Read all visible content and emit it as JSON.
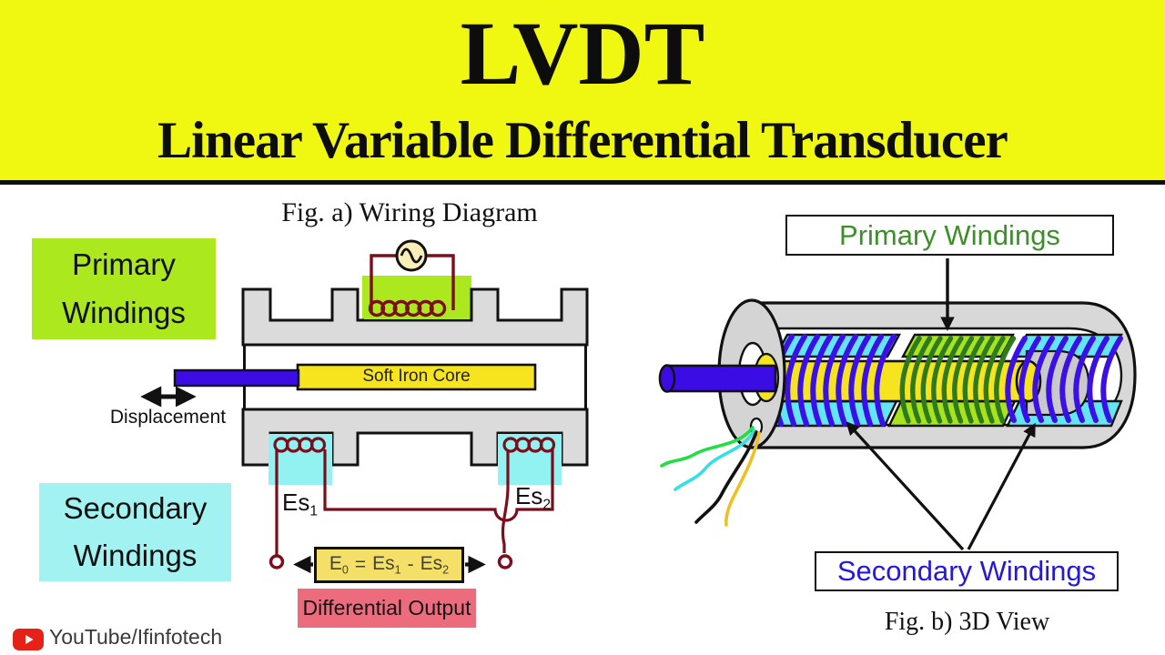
{
  "banner": {
    "title": "LVDT",
    "subtitle": "Linear Variable Differential Transducer"
  },
  "wiring_figure": {
    "caption": "Fig. a) Wiring Diagram",
    "primary_label": {
      "line1": "Primary",
      "line2": "Windings"
    },
    "secondary_label": {
      "line1": "Secondary",
      "line2": "Windings"
    },
    "displacement_label": "Displacement",
    "core_label": "Soft Iron Core",
    "es1": {
      "base": "Es",
      "sub": "1"
    },
    "es2": {
      "base": "Es",
      "sub": "2"
    },
    "formula": {
      "lhs": "E",
      "lhs_sub": "0",
      "equals": "=",
      "term1": "Es",
      "term1_sub": "1",
      "minus": "-",
      "term2": "Es",
      "term2_sub": "2"
    },
    "output_label": "Differential Output"
  },
  "view3d_figure": {
    "caption": "Fig. b) 3D View",
    "primary_label": "Primary Windings",
    "secondary_label": "Secondary Windings"
  },
  "footer": {
    "channel": "YouTube/Ifinfotech",
    "icon": "youtube-play-icon"
  },
  "colors": {
    "banner_yellow": "#f0f811",
    "winding_green": "#abe81d",
    "winding_cyan": "#92f2f2",
    "label_cyan": "#a2f2f2",
    "panel_cyan_3d": "#62e7f2",
    "core_yellow": "#f6e41e",
    "formula_yellow": "#f4df69",
    "output_pink": "#ec6b7c",
    "wire_maroon": "#7a0e1c",
    "rod_blue": "#3c0ce4",
    "coil_blue": "#3b10e8",
    "coil_green": "#2e7a1d",
    "primary_text_green": "#3e8e2c",
    "secondary_text_blue": "#2418dd",
    "metal_gray": "#d8d8d8",
    "youtube_red": "#e62117"
  }
}
